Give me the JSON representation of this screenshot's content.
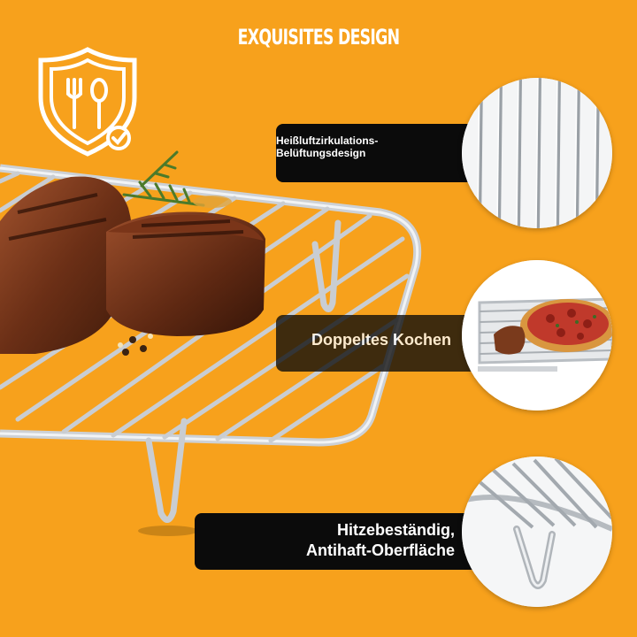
{
  "headline": "EXQUISITES DESIGN",
  "features": [
    {
      "label": "Heißluftzirkulations-Belüftungsdesign"
    },
    {
      "label": "Doppeltes Kochen"
    },
    {
      "lines": [
        "Hitzebeständig,",
        "Antihaft-Oberfläche"
      ]
    }
  ],
  "colors": {
    "background": "#f7a11c",
    "pill": "#0b0b0b",
    "text": "#ffffff",
    "steel": "#b8bcc2"
  },
  "icons": {
    "badge": "shield-fork-spoon-check-icon"
  }
}
